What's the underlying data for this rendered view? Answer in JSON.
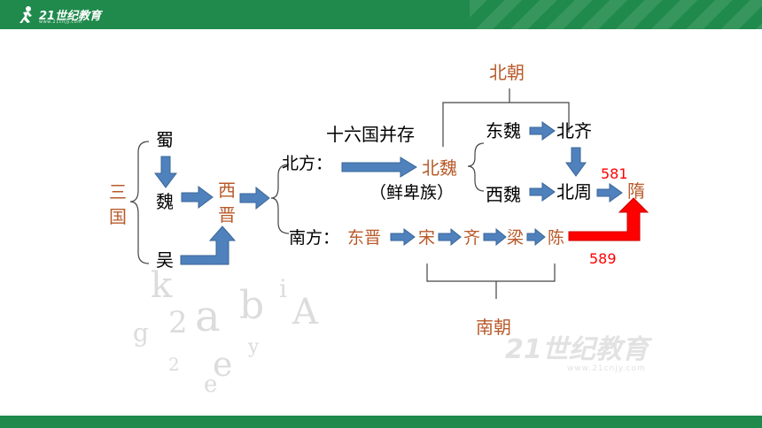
{
  "header": {
    "logo_text": "21世纪教育",
    "logo_sub": "www.21cnjy.com"
  },
  "watermark": {
    "logo_text": "21世纪教育",
    "logo_sub": "www.21cnjy.com"
  },
  "diagram": {
    "sanguo": "三国",
    "shu": "蜀",
    "wei": "魏",
    "wu": "吴",
    "xijin": "西晋",
    "north_label": "北方：",
    "south_label": "南方：",
    "sixteen": "十六国并存",
    "beiwei": "北魏",
    "xianbei": "（鲜卑族）",
    "dongwei": "东魏",
    "xiwei": "西魏",
    "beiqi": "北齐",
    "beizhou": "北周",
    "sui": "隋",
    "year_581": "581",
    "year_589": "589",
    "dongjin": "东晋",
    "song": "宋",
    "qi": "齐",
    "liang": "梁",
    "chen": "陈",
    "beichao": "北朝",
    "nanchao": "南朝"
  }
}
